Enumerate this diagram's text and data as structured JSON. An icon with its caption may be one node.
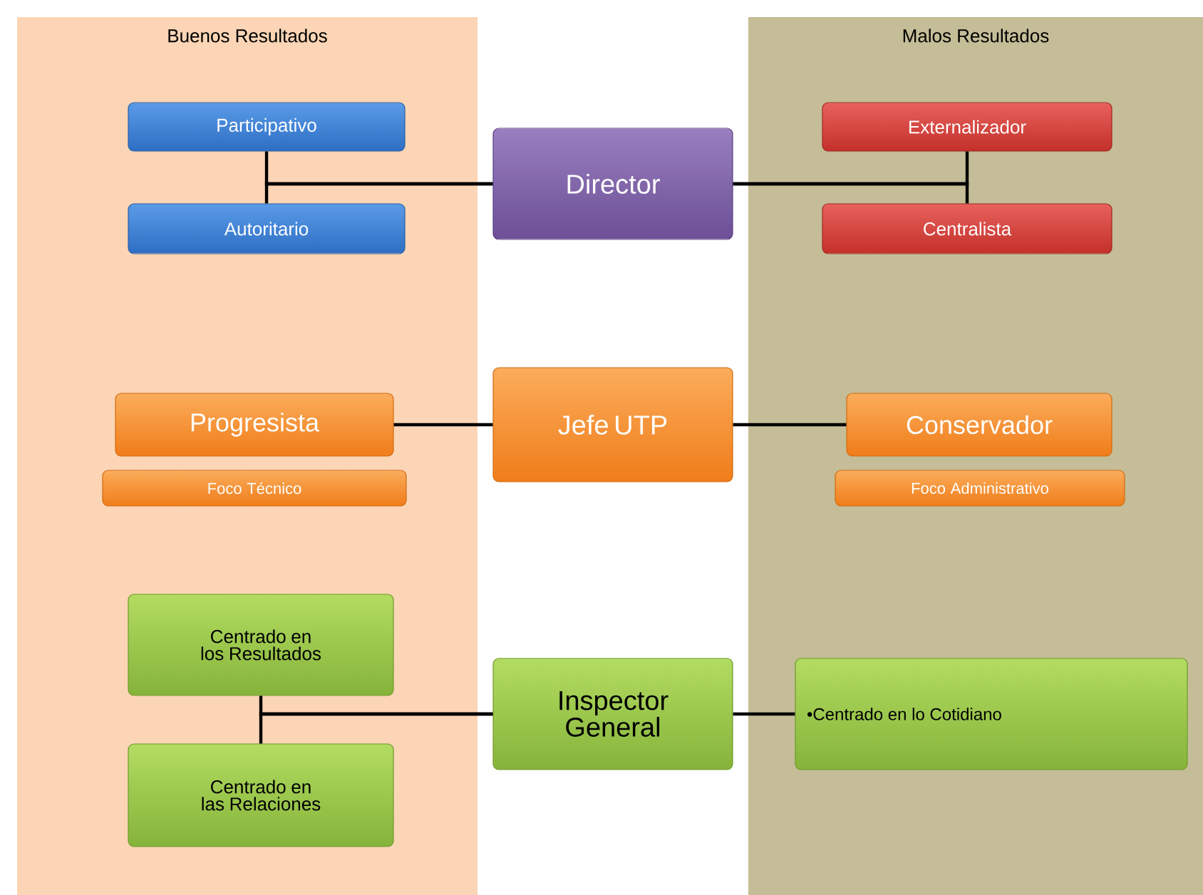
{
  "diagram": {
    "nodes": [
      {
        "text": [
          "Buenos Resultados"
        ]
      },
      {
        "text": [
          "Malos Resultados"
        ]
      },
      {
        "text": [
          "Participativo"
        ],
        "in": 0
      },
      {
        "text": [
          "Autoritario"
        ],
        "in": 0
      },
      {
        "text": [
          "Director"
        ]
      },
      {
        "text": [
          "Externalizador"
        ],
        "in": 1
      },
      {
        "text": [
          "Centralista"
        ],
        "in": 1
      },
      {
        "text": [
          "Progresista"
        ],
        "in": 0
      },
      {
        "text": [
          "Foco Técnico"
        ],
        "in": 0
      },
      {
        "text": [
          "Jefe UTP"
        ]
      },
      {
        "text": [
          "Conservador"
        ],
        "in": 1
      },
      {
        "text": [
          "Foco Administrativo"
        ],
        "in": 1
      },
      {
        "text": [
          "Centrado en los Resultados"
        ],
        "in": 0
      },
      {
        "text": [
          "Centrado en las Relaciones"
        ],
        "in": 0
      },
      {
        "text": [
          "Inspector General"
        ]
      },
      {
        "text": [
          "•Centrado en lo Cotidiano"
        ],
        "in": 1
      }
    ],
    "edges": [
      {
        "from": 4,
        "to": 2,
        "arrow": "none"
      },
      {
        "from": 4,
        "to": 3,
        "arrow": "none"
      },
      {
        "from": 4,
        "to": 5,
        "arrow": "none"
      },
      {
        "from": 4,
        "to": 6,
        "arrow": "none"
      },
      {
        "from": 9,
        "to": 7,
        "arrow": "none"
      },
      {
        "from": 9,
        "to": 10,
        "arrow": "none"
      },
      {
        "from": 14,
        "to": 12,
        "arrow": "none"
      },
      {
        "from": 14,
        "to": 13,
        "arrow": "none"
      },
      {
        "from": 14,
        "to": 15,
        "arrow": "none"
      }
    ]
  }
}
